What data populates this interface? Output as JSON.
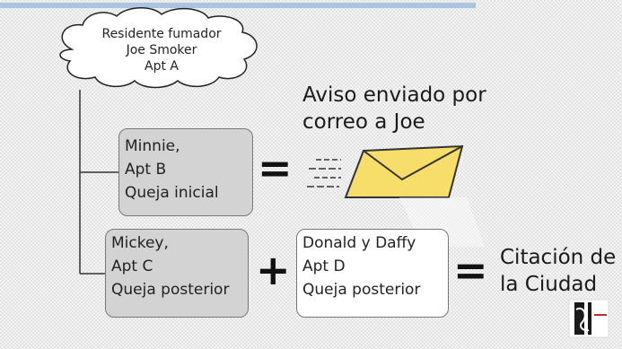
{
  "cloud": {
    "line1": "Residente fumador",
    "line2": "Joe Smoker",
    "line3": "Apt A"
  },
  "notice": {
    "line1": "Aviso enviado por",
    "line2": "correo a Joe"
  },
  "box_minnie": {
    "line1": "Minnie,",
    "line2": "Apt B",
    "line3": "Queja inicial"
  },
  "box_mickey": {
    "line1": "Mickey,",
    "line2": "Apt C",
    "line3": "Queja posterior"
  },
  "box_donald": {
    "line1": "Donald y Daffy",
    "line2": "Apt D",
    "line3": "Queja posterior"
  },
  "operators": {
    "equals": "=",
    "plus": "+"
  },
  "citation": {
    "line1": "Citación de",
    "line2": "la Ciudad"
  },
  "colors": {
    "envelope": "#f7dd6a",
    "box_gray": "#d3d3d3",
    "top_bar": "#a9c6e0"
  },
  "icons": [
    "cloud-shape",
    "envelope-icon",
    "speed-lines-icon",
    "logo-icon"
  ]
}
